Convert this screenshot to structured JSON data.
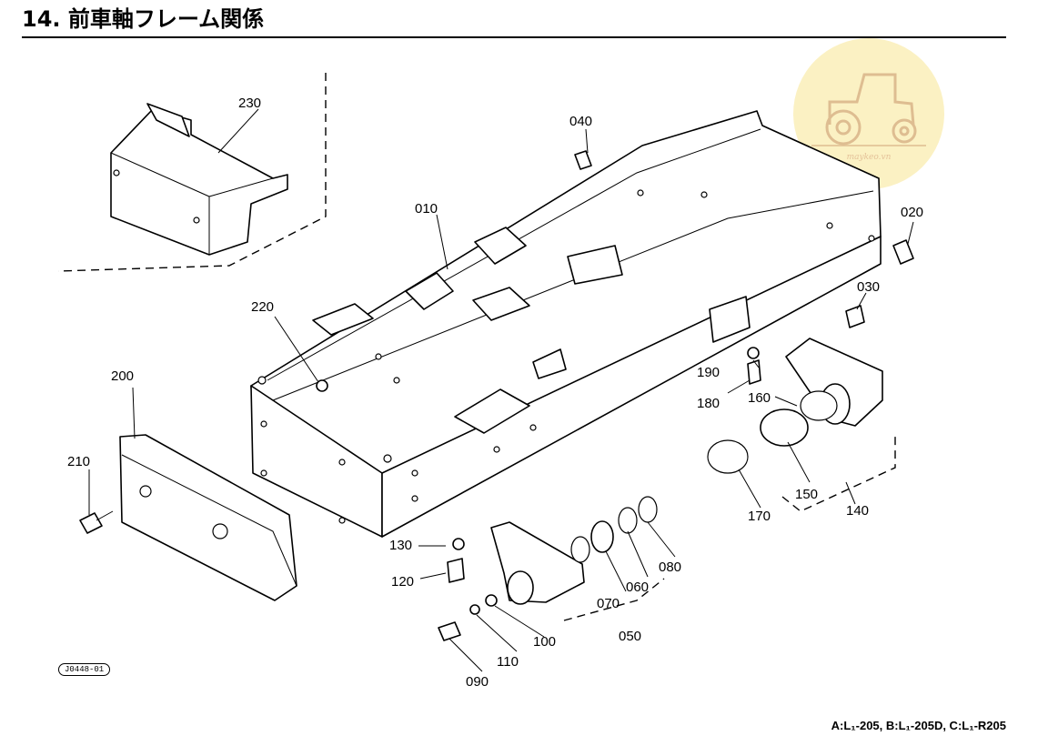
{
  "header": {
    "title": "14. 前車軸フレーム関係"
  },
  "watermark": {
    "text": "maykeo.vn",
    "icon": "tractor-icon"
  },
  "drawing_code": "J0448-01",
  "footer": {
    "models": "A:L₁-205, B:L₁-205D, C:L₁-R205"
  },
  "part_labels": {
    "p010": "010",
    "p020": "020",
    "p030": "030",
    "p040": "040",
    "p050": "050",
    "p060": "060",
    "p070": "070",
    "p080": "080",
    "p090": "090",
    "p100": "100",
    "p110": "110",
    "p120": "120",
    "p130": "130",
    "p140": "140",
    "p150": "150",
    "p160": "160",
    "p170": "170",
    "p180": "180",
    "p190": "190",
    "p200": "200",
    "p210": "210",
    "p220": "220",
    "p230": "230"
  }
}
